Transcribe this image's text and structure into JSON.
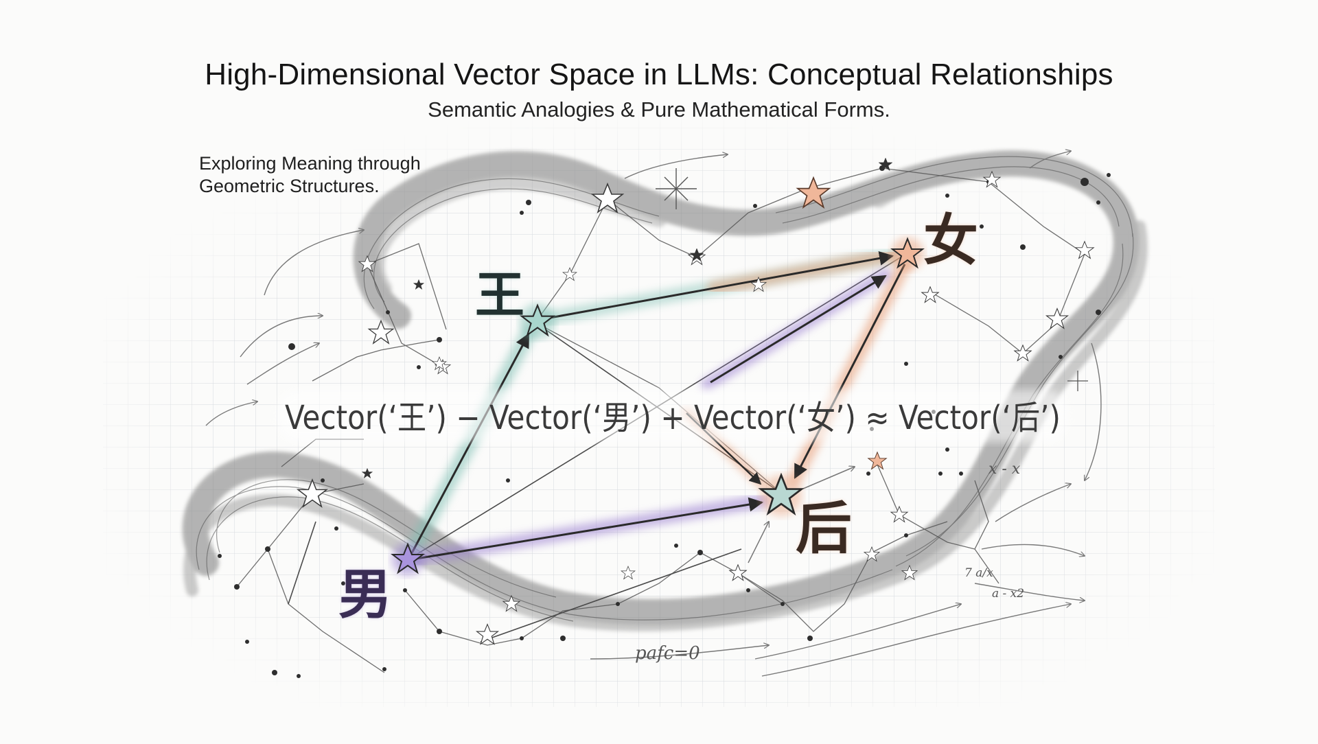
{
  "header": {
    "title": "High-Dimensional Vector Space in LLMs: Conceptual Relationships",
    "subtitle": "Semantic Analogies & Pure Mathematical Forms."
  },
  "caption": {
    "line1": "Exploring Meaning through",
    "line2": "Geometric Structures."
  },
  "nodes": {
    "king": {
      "label": "王",
      "color": "#7fbfb3"
    },
    "man": {
      "label": "男",
      "color": "#9a7fd0"
    },
    "woman": {
      "label": "女",
      "color": "#e8a07c"
    },
    "queen": {
      "label": "后",
      "color": "#e8a07c"
    }
  },
  "equation": {
    "text": "Vector(‘王’) − Vector(‘男’) + Vector(‘女’) ≈ Vector(‘后’)"
  },
  "scribbles": {
    "formula_1": "x - x",
    "formula_2": "7 a/x",
    "formula_3": "a - x2",
    "formula_4": "pafc=0"
  },
  "colors": {
    "teal": "#7fbfb3",
    "purple": "#9a7fd0",
    "orange": "#e8a07c",
    "pencil": "#3a3a3a",
    "grid": "#d6d9dd"
  }
}
